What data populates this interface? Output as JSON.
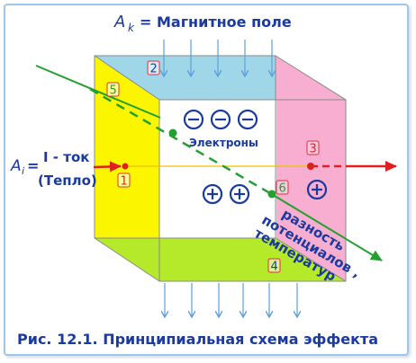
{
  "caption": "Рис. 12.1. Принципиальная схема эффекта",
  "labels": {
    "ak_symbol": "A",
    "ak_subscript": "k",
    "magnetic_field": "= Магнитное поле",
    "ai_symbol": "A",
    "ai_subscript": "i",
    "equals": "=",
    "current": "I - ток",
    "heat": "(Тепло)",
    "electrons": "Электроны",
    "potential_line1": "разность",
    "potential_line2": "потенциалов ,",
    "potential_line3": "температур",
    "n1": "1",
    "n2": "2",
    "n3": "3",
    "n4": "4",
    "n5": "5",
    "n6": "6"
  },
  "colors": {
    "top_face": "#9fd6e8",
    "left_face": "#fbf500",
    "right_face": "#f7aed0",
    "bottom_face": "#b4ea2a",
    "text": "#1a3aa0",
    "current_arrow": "#e02020",
    "heat_arrow": "#22a030",
    "field_arrows": "#5aa0dc"
  },
  "icons": [
    "minus-circle-icon",
    "plus-circle-icon"
  ]
}
